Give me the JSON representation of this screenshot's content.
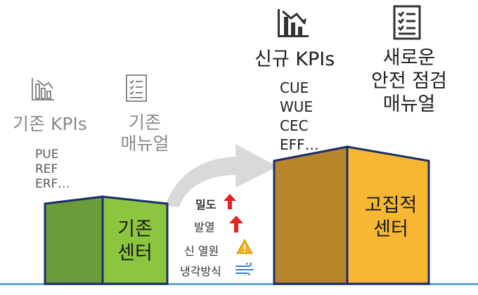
{
  "old": {
    "kpi_title": "기존 KPIs",
    "kpis": [
      "PUE",
      "REF",
      "ERF…"
    ],
    "manual_title_1": "기존",
    "manual_title_2": "매뉴얼",
    "center_1": "기존",
    "center_2": "센터",
    "kpi_icon": "chart-icon",
    "manual_icon": "checklist-icon"
  },
  "new": {
    "kpi_title": "신규 KPIs",
    "kpis": [
      "CUE",
      "WUE",
      "CEC",
      "EFF…"
    ],
    "manual_title_1": "새로운",
    "manual_title_2": "안전 점검",
    "manual_title_3": "매뉴얼",
    "center_1": "고집적",
    "center_2": "센터",
    "kpi_icon": "chart-icon",
    "manual_icon": "checklist-icon"
  },
  "factors": [
    {
      "label": "밀도",
      "icon": "red-up-arrow-icon"
    },
    {
      "label": "발열",
      "icon": "red-up-arrow-icon"
    },
    {
      "label": "신 열원",
      "icon": "warning-icon"
    },
    {
      "label": "냉각방식",
      "icon": "wind-icon"
    }
  ],
  "colors": {
    "old_front": "#8cc63e",
    "old_side": "#6a9c3a",
    "new_front": "#f7b733",
    "new_side": "#b8862a",
    "box_outline": "#1c2d6b",
    "arrow_grey": "#d9d9d9",
    "red": "#e8211e",
    "warning": "#f2b21b",
    "wind": "#3b7fc4"
  }
}
